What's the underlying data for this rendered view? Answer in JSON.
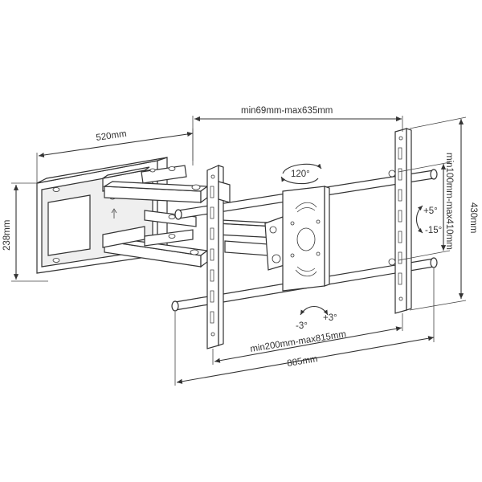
{
  "dimensions": {
    "arm_extension": "520mm",
    "horizontal_hole_spacing": "min69mm-max635mm",
    "wall_plate_height": "238mm",
    "overall_height": "430mm",
    "vertical_hole_spacing": "min100mm-max410mm",
    "rail_spacing": "min200mm-max815mm",
    "overall_width": "885mm"
  },
  "angles": {
    "swivel": "120°",
    "tilt_up": "+5°",
    "tilt_down": "-15°",
    "rotate_left": "-3°",
    "rotate_right": "+3°"
  },
  "colors": {
    "line": "#333333",
    "background": "#ffffff"
  }
}
